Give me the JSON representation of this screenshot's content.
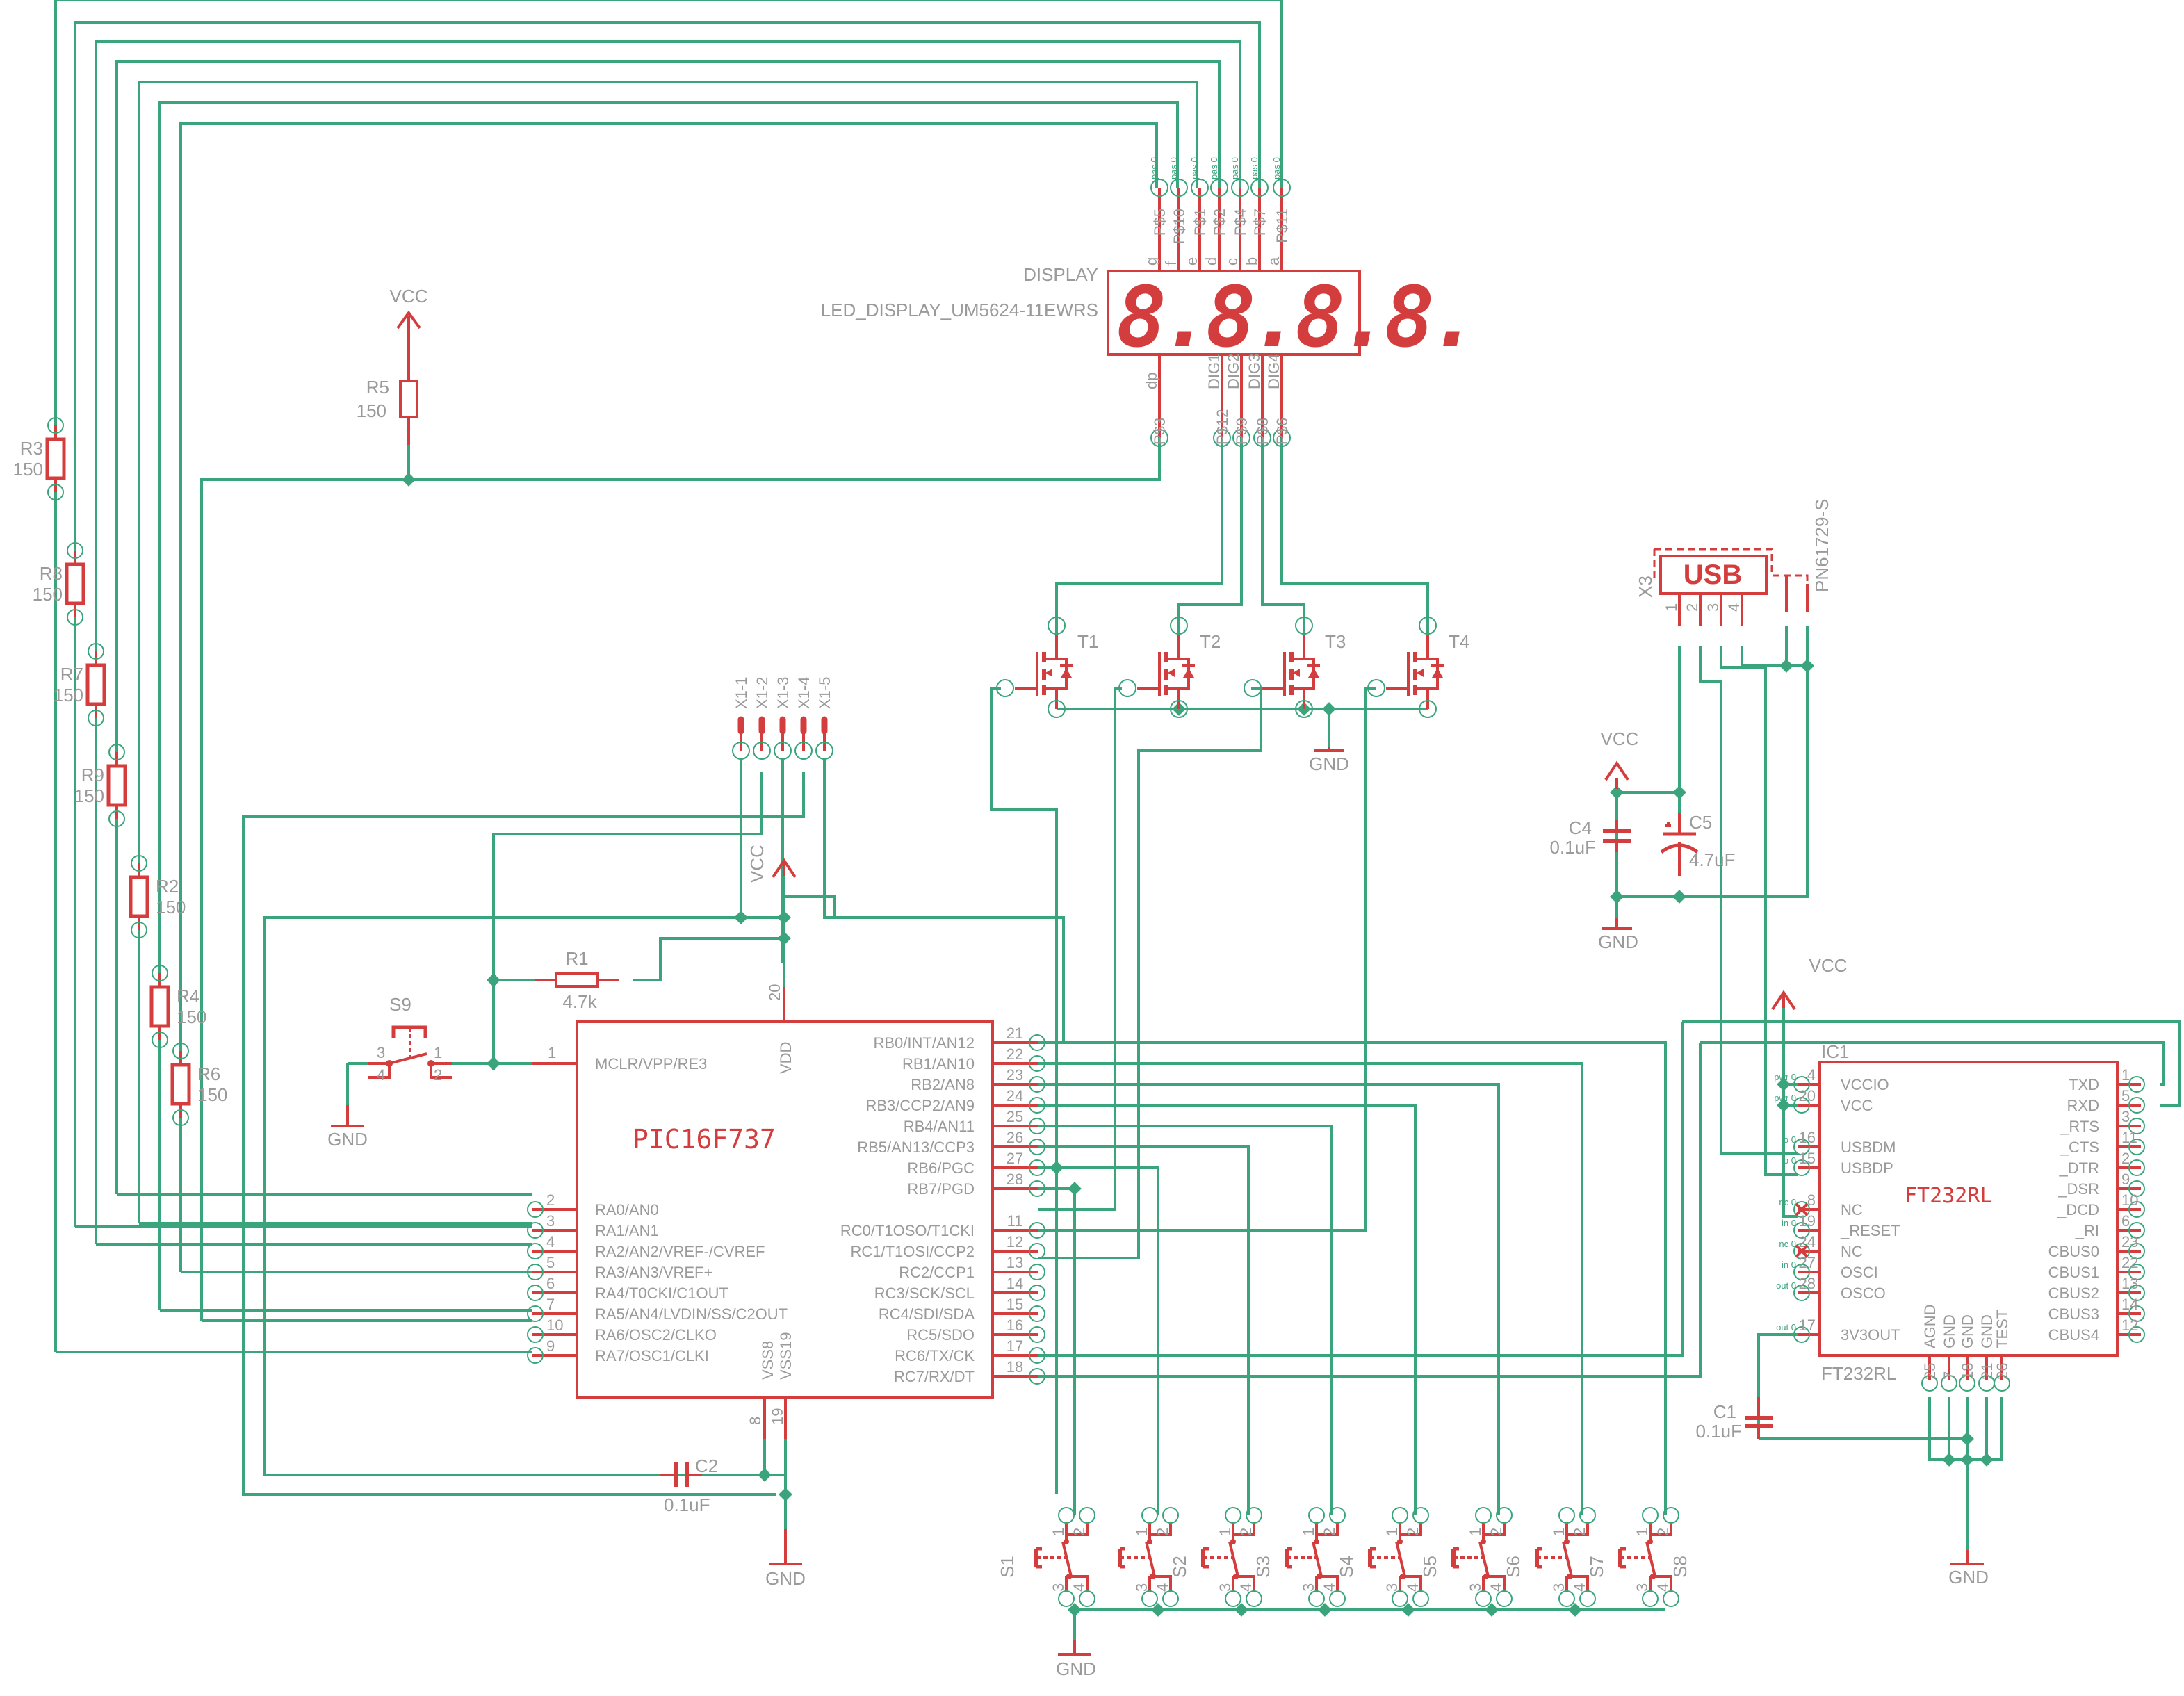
{
  "colors": {
    "wire": "#3aa57c",
    "part": "#d43d3d",
    "label": "#9a9a9a",
    "background": "#ffffff"
  },
  "display": {
    "name": "DISPLAY",
    "value": "LED_DISPLAY_UM5624-11EWRS",
    "digits": "8.8.8.8.",
    "top_pins": [
      {
        "pad": "P$5",
        "segment": "g"
      },
      {
        "pad": "P$10",
        "segment": "f"
      },
      {
        "pad": "P$1",
        "segment": "e"
      },
      {
        "pad": "P$2",
        "segment": "d"
      },
      {
        "pad": "P$4",
        "segment": "c"
      },
      {
        "pad": "P$7",
        "segment": "b"
      },
      {
        "pad": "P$11",
        "segment": "a"
      }
    ],
    "bottom_pins": [
      {
        "pad": "P$3",
        "segment": "dp"
      },
      {
        "pad": "P$12",
        "segment": "DIG1"
      },
      {
        "pad": "P$9",
        "segment": "DIG2"
      },
      {
        "pad": "P$8",
        "segment": "DIG3"
      },
      {
        "pad": "P$6",
        "segment": "DIG4"
      }
    ],
    "pin_type": "pas 0"
  },
  "power": {
    "vcc": "VCC",
    "gnd": "GND"
  },
  "resistors": [
    {
      "ref": "R3",
      "value": "150"
    },
    {
      "ref": "R8",
      "value": "150"
    },
    {
      "ref": "R7",
      "value": "150"
    },
    {
      "ref": "R9",
      "value": "150"
    },
    {
      "ref": "R2",
      "value": "150"
    },
    {
      "ref": "R4",
      "value": "150"
    },
    {
      "ref": "R6",
      "value": "150"
    }
  ],
  "r5": {
    "ref": "R5",
    "value": "150"
  },
  "r1": {
    "ref": "R1",
    "value": "4.7k"
  },
  "transistors": [
    "T1",
    "T2",
    "T3",
    "T4"
  ],
  "header": {
    "pins": [
      "X1-1",
      "X1-2",
      "X1-3",
      "X1-4",
      "X1-5"
    ]
  },
  "pic": {
    "name": "PIC16F737",
    "vdd": "VDD",
    "vdd_pin": "20",
    "vss8": "VSS8",
    "vss19": "VSS19",
    "vss8_pin": "8",
    "vss19_pin": "19",
    "mclr": {
      "num": "1",
      "name": "MCLR/VPP/RE3"
    },
    "left_pins": [
      {
        "num": "2",
        "name": "RA0/AN0"
      },
      {
        "num": "3",
        "name": "RA1/AN1"
      },
      {
        "num": "4",
        "name": "RA2/AN2/VREF-/CVREF"
      },
      {
        "num": "5",
        "name": "RA3/AN3/VREF+"
      },
      {
        "num": "6",
        "name": "RA4/T0CKI/C1OUT"
      },
      {
        "num": "7",
        "name": "RA5/AN4/LVDIN/SS/C2OUT"
      },
      {
        "num": "10",
        "name": "RA6/OSC2/CLKO"
      },
      {
        "num": "9",
        "name": "RA7/OSC1/CLKI"
      }
    ],
    "right_pins_b": [
      {
        "num": "21",
        "name": "RB0/INT/AN12"
      },
      {
        "num": "22",
        "name": "RB1/AN10"
      },
      {
        "num": "23",
        "name": "RB2/AN8"
      },
      {
        "num": "24",
        "name": "RB3/CCP2/AN9"
      },
      {
        "num": "25",
        "name": "RB4/AN11"
      },
      {
        "num": "26",
        "name": "RB5/AN13/CCP3"
      },
      {
        "num": "27",
        "name": "RB6/PGC"
      },
      {
        "num": "28",
        "name": "RB7/PGD"
      }
    ],
    "right_pins_c": [
      {
        "num": "11",
        "name": "RC0/T1OSO/T1CKI"
      },
      {
        "num": "12",
        "name": "RC1/T1OSI/CCP2"
      },
      {
        "num": "13",
        "name": "RC2/CCP1"
      },
      {
        "num": "14",
        "name": "RC3/SCK/SCL"
      },
      {
        "num": "15",
        "name": "RC4/SDI/SDA"
      },
      {
        "num": "16",
        "name": "RC5/SDO"
      },
      {
        "num": "17",
        "name": "RC6/TX/CK"
      },
      {
        "num": "18",
        "name": "RC7/RX/DT"
      }
    ]
  },
  "s9": {
    "ref": "S9",
    "pins": [
      "1",
      "2",
      "3",
      "4"
    ]
  },
  "c2": {
    "ref": "C2",
    "value": "0.1uF"
  },
  "usb": {
    "ref": "X3",
    "label": "USB",
    "part": "PN61729-S",
    "pins": [
      "1",
      "2",
      "3",
      "4"
    ]
  },
  "c4": {
    "ref": "C4",
    "value": "0.1uF"
  },
  "c5": {
    "ref": "C5",
    "value": "4.7uF"
  },
  "c1": {
    "ref": "C1",
    "value": "0.1uF"
  },
  "ft232": {
    "ref": "IC1",
    "name": "FT232RL",
    "value": "FT232RL",
    "left_pins": [
      {
        "num": "4",
        "name": "VCCIO",
        "type": "pwr 0"
      },
      {
        "num": "20",
        "name": "VCC",
        "type": "pwr 0"
      },
      {
        "num": "16",
        "name": "USBDM",
        "type": "io 0"
      },
      {
        "num": "15",
        "name": "USBDP",
        "type": "io 0"
      },
      {
        "num": "8",
        "name": "NC",
        "type": "nc 0"
      },
      {
        "num": "19",
        "name": "_RESET",
        "type": "in 0"
      },
      {
        "num": "24",
        "name": "NC",
        "type": "nc 0"
      },
      {
        "num": "27",
        "name": "OSCI",
        "type": "in 0"
      },
      {
        "num": "28",
        "name": "OSCO",
        "type": "out 0"
      },
      {
        "num": "17",
        "name": "3V3OUT",
        "type": "out 0"
      }
    ],
    "right_pins": [
      {
        "num": "1",
        "name": "TXD",
        "type": "out 0"
      },
      {
        "num": "5",
        "name": "RXD",
        "type": "in 0"
      },
      {
        "num": "3",
        "name": "_RTS",
        "type": "out 0"
      },
      {
        "num": "11",
        "name": "_CTS",
        "type": "in 0"
      },
      {
        "num": "2",
        "name": "_DTR",
        "type": "out 0"
      },
      {
        "num": "9",
        "name": "_DSR",
        "type": "in 0"
      },
      {
        "num": "10",
        "name": "_DCD",
        "type": "in 0"
      },
      {
        "num": "6",
        "name": "_RI",
        "type": "in 0"
      },
      {
        "num": "23",
        "name": "CBUS0",
        "type": "io 0"
      },
      {
        "num": "22",
        "name": "CBUS1",
        "type": "io 0"
      },
      {
        "num": "13",
        "name": "CBUS2",
        "type": "io 0"
      },
      {
        "num": "14",
        "name": "CBUS3",
        "type": "io 0"
      },
      {
        "num": "12",
        "name": "CBUS4",
        "type": "io 0"
      }
    ],
    "bottom_pins": [
      {
        "num": "25",
        "name": "AGND"
      },
      {
        "num": "7",
        "name": "GND"
      },
      {
        "num": "18",
        "name": "GND"
      },
      {
        "num": "21",
        "name": "GND"
      },
      {
        "num": "26",
        "name": "TEST"
      }
    ]
  },
  "switches": [
    "S1",
    "S2",
    "S3",
    "S4",
    "S5",
    "S6",
    "S7",
    "S8"
  ],
  "switch_pins": [
    "1",
    "2",
    "3",
    "4"
  ]
}
